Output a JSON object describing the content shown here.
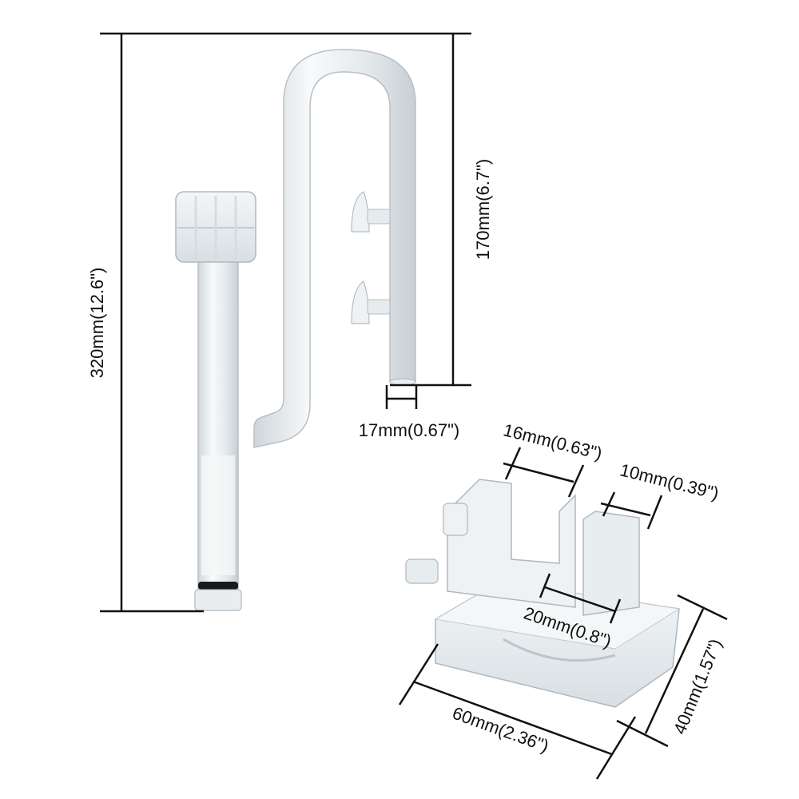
{
  "dimensions": {
    "height_total": "320mm(12.6\")",
    "height_outlet": "170mm(6.7\")",
    "outlet_diameter": "17mm(0.67\")",
    "holder_slot_wide": "16mm(0.63\")",
    "holder_slot_narrow": "10mm(0.39\")",
    "holder_inner": "20mm(0.8\")",
    "holder_length": "60mm(2.36\")",
    "holder_width": "40mm(1.57\")"
  },
  "colors": {
    "line": "#111111",
    "glass": "#e9edf0",
    "glass_edge": "#b9c2c8",
    "ring": "#1a1a1a"
  }
}
